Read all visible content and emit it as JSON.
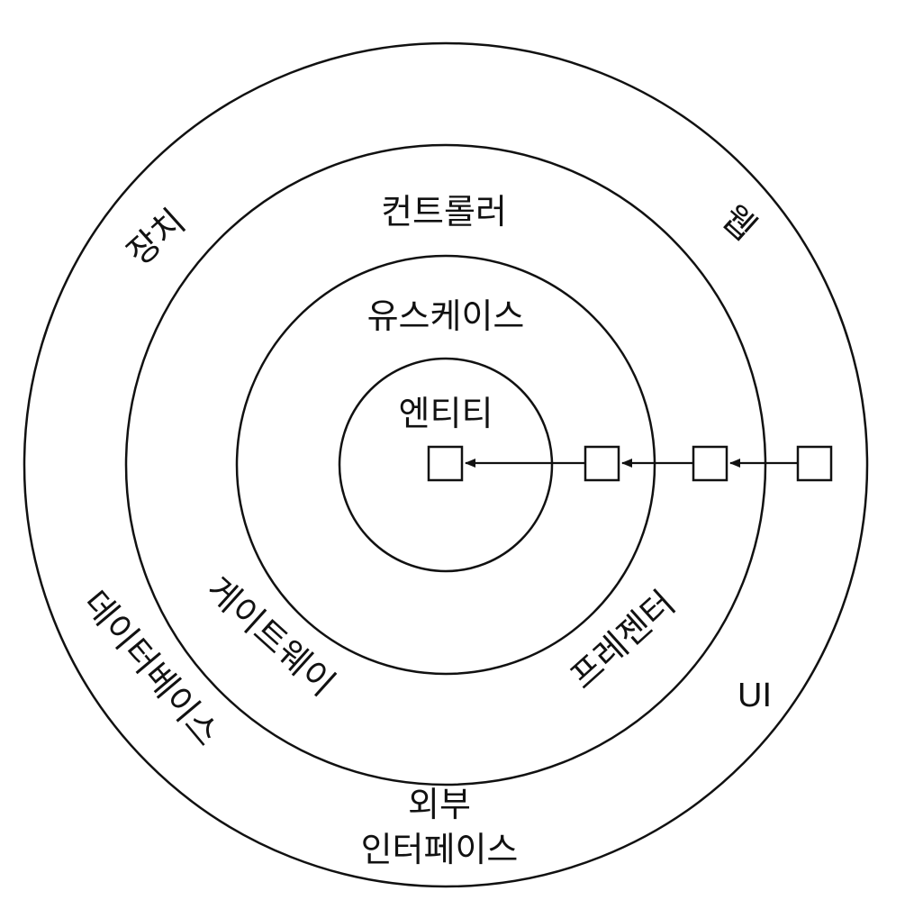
{
  "diagram": {
    "rings": {
      "outermost": {
        "name": "외부 인터페이스",
        "labels": {
          "devices": "장치",
          "web": "웹",
          "databases": "데이터베이스",
          "ui": "UI",
          "layer_name_line1": "외부",
          "layer_name_line2": "인터페이스"
        }
      },
      "adapters": {
        "name": "컨트롤러",
        "labels": {
          "controllers": "컨트롤러",
          "gateways": "게이트웨이",
          "presenters": "프레젠터"
        }
      },
      "use_cases": {
        "label": "유스케이스"
      },
      "entities": {
        "label": "엔티티"
      }
    },
    "dependency_boxes": [
      "box-entities",
      "box-use-cases",
      "box-adapters",
      "box-external"
    ],
    "colors": {
      "stroke": "#111111",
      "background": "#ffffff"
    }
  }
}
